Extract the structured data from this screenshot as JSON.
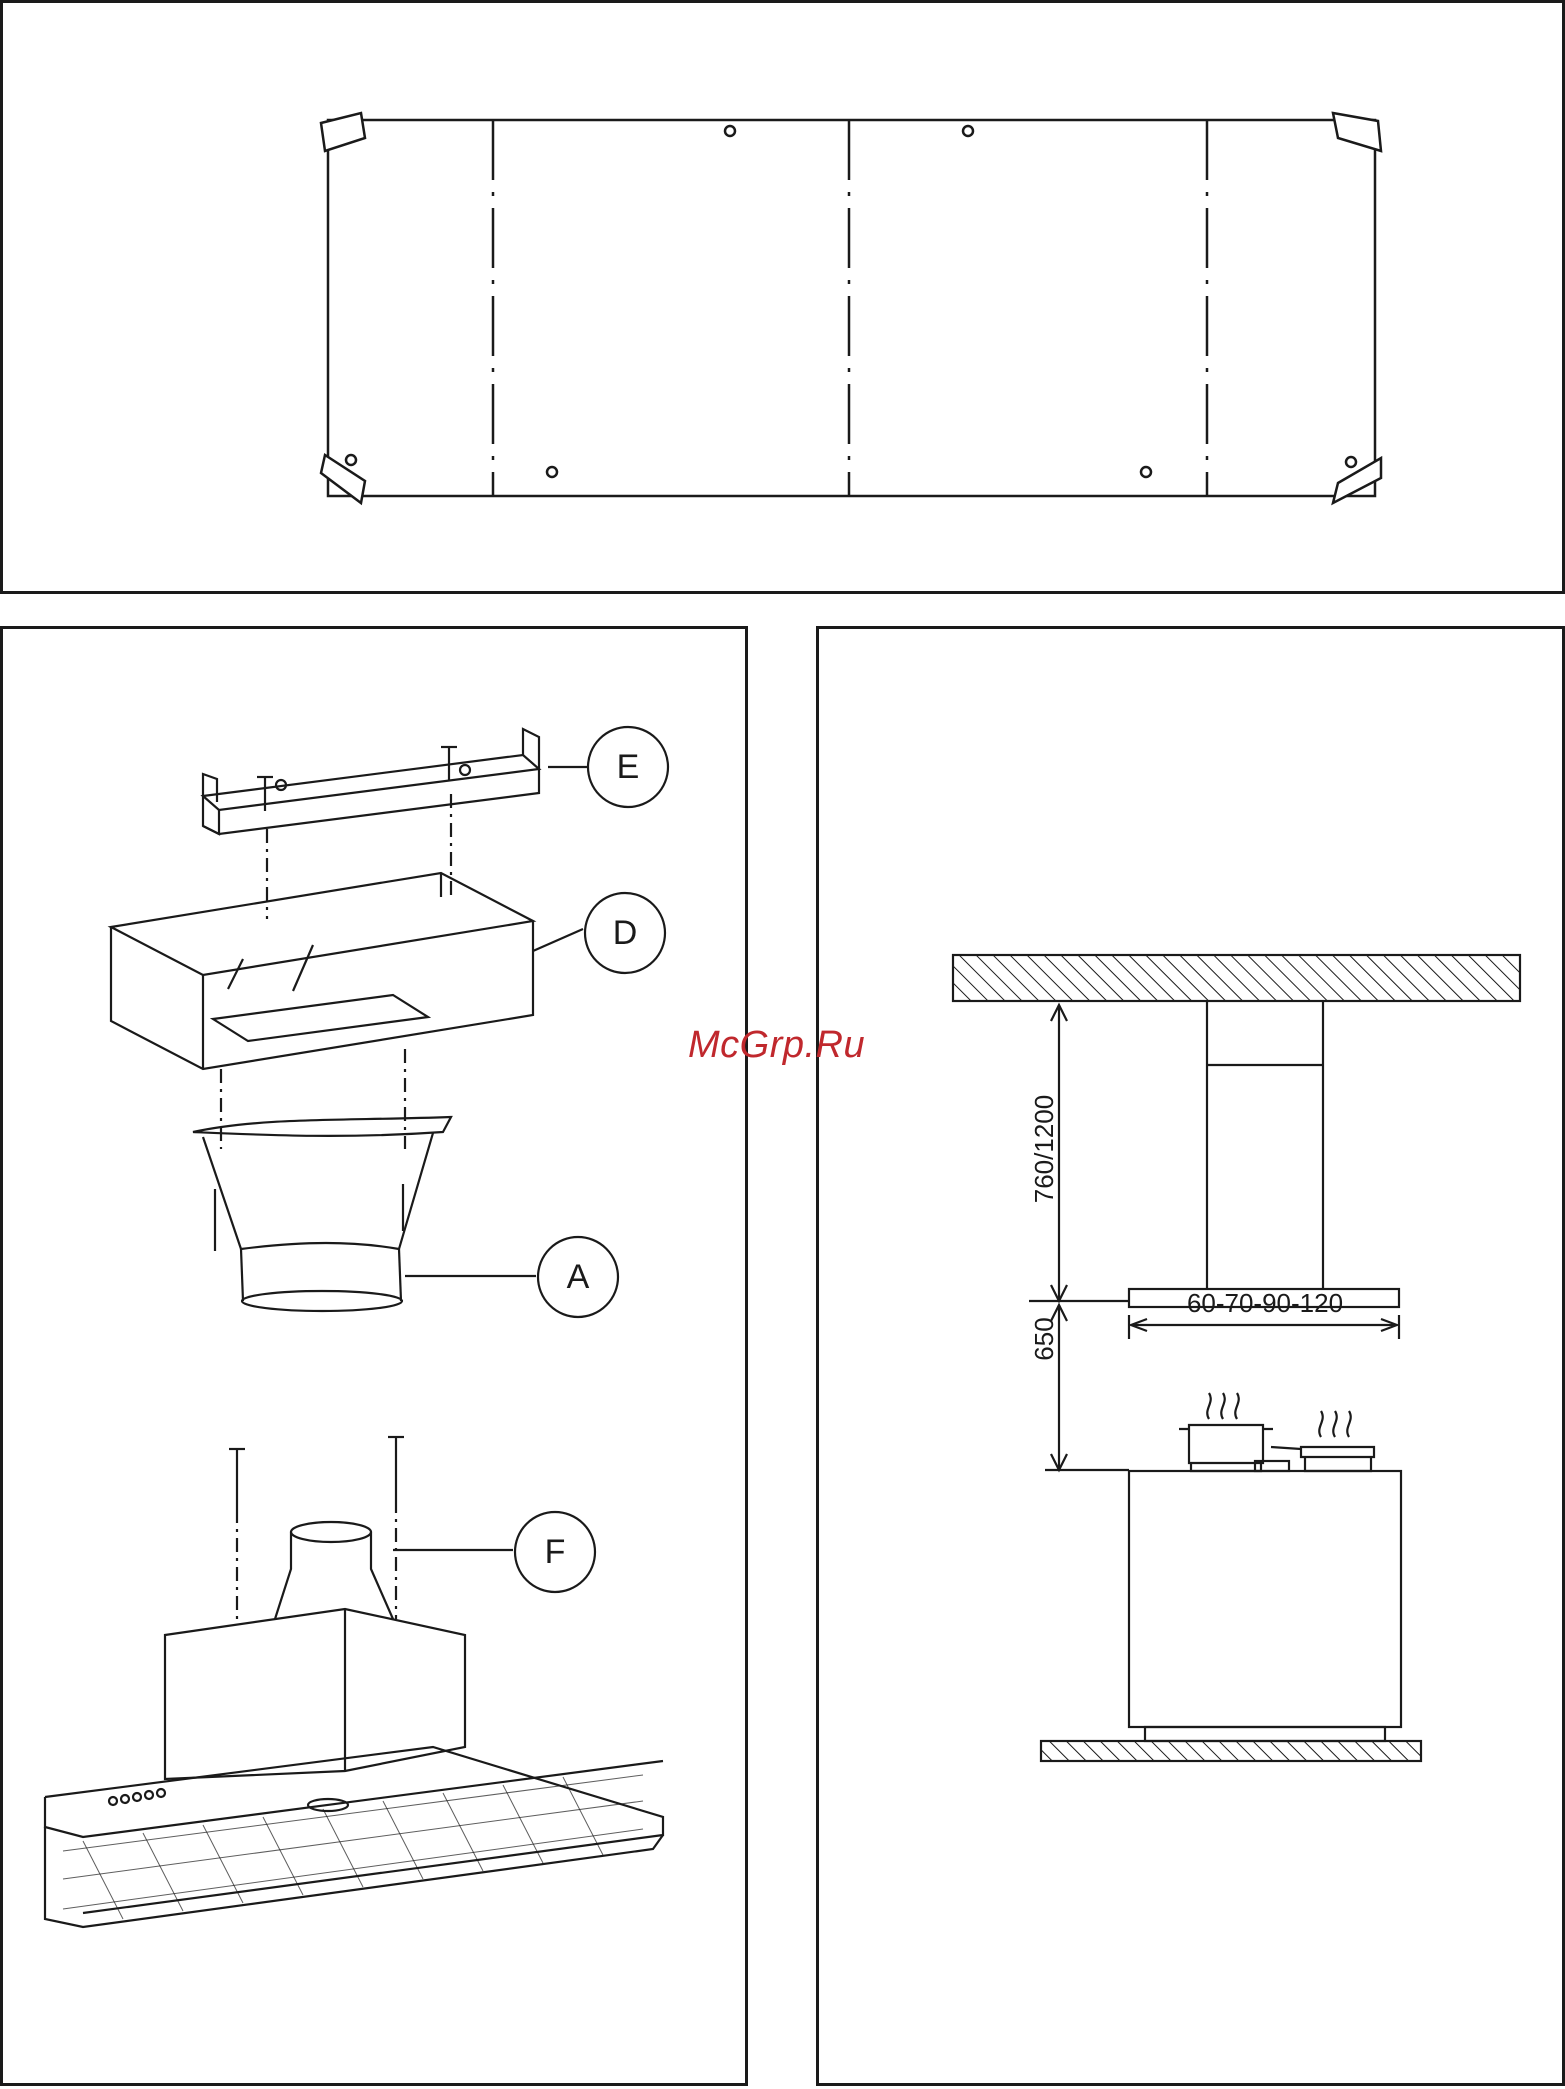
{
  "callouts": {
    "e": "E",
    "d": "D",
    "a": "A",
    "f": "F"
  },
  "dimensions": {
    "chimney_height": "760/1200",
    "hood_width": "60-70-90-120",
    "hob_clearance": "650"
  },
  "watermark": "McGrp.Ru",
  "colors": {
    "line": "#1a1a1a",
    "watermark": "#c0282d"
  }
}
